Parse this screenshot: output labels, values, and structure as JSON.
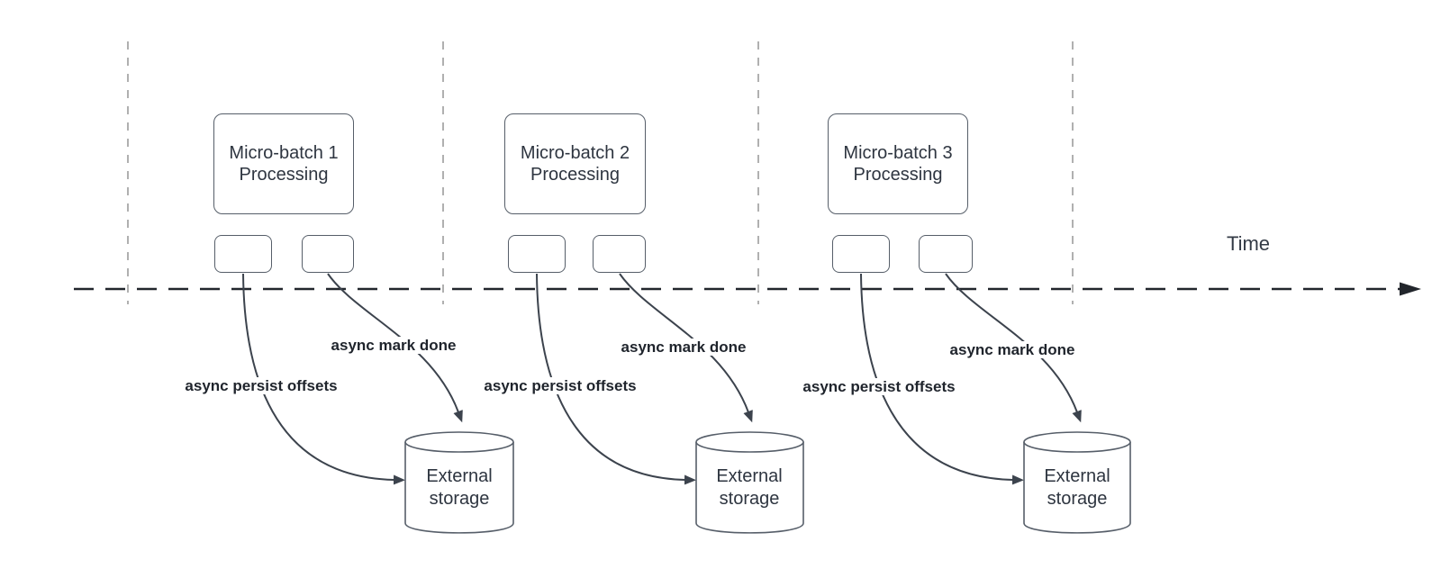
{
  "diagram": {
    "title_semantic": "micro-batch-async-progress-tracking-timeline",
    "time_axis_label": "Time",
    "groups": [
      {
        "box_title_line1": "Micro-batch 1",
        "box_title_line2": "Processing",
        "persist_label": "async persist offsets",
        "mark_done_label": "async mark done",
        "storage_line1": "External",
        "storage_line2": "storage"
      },
      {
        "box_title_line1": "Micro-batch 2",
        "box_title_line2": "Processing",
        "persist_label": "async persist offsets",
        "mark_done_label": "async mark done",
        "storage_line1": "External",
        "storage_line2": "storage"
      },
      {
        "box_title_line1": "Micro-batch 3",
        "box_title_line2": "Processing",
        "persist_label": "async persist offsets",
        "mark_done_label": "async mark done",
        "storage_line1": "External",
        "storage_line2": "storage"
      }
    ],
    "colors": {
      "shape_stroke": "#565e69",
      "curve_stroke": "#3c434d",
      "text": "#2e3540",
      "bold_label_text": "#1f242c",
      "timeline": "#22262c",
      "guide_dash": "#a3a3a3",
      "background": "#ffffff"
    }
  }
}
